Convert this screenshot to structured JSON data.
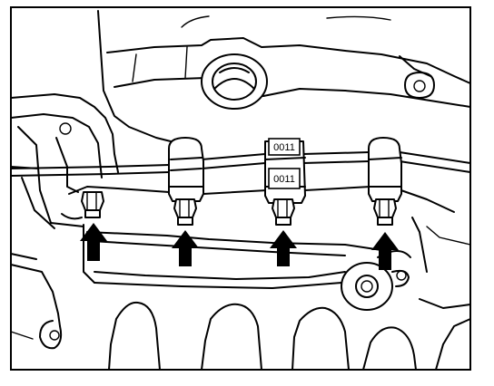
{
  "labels": {
    "tag_top": "0011",
    "tag_bottom": "0011"
  },
  "callout_arrows": {
    "count": 4,
    "direction": "up",
    "color": "#000000"
  },
  "colors": {
    "line": "#000000",
    "background": "#ffffff"
  }
}
